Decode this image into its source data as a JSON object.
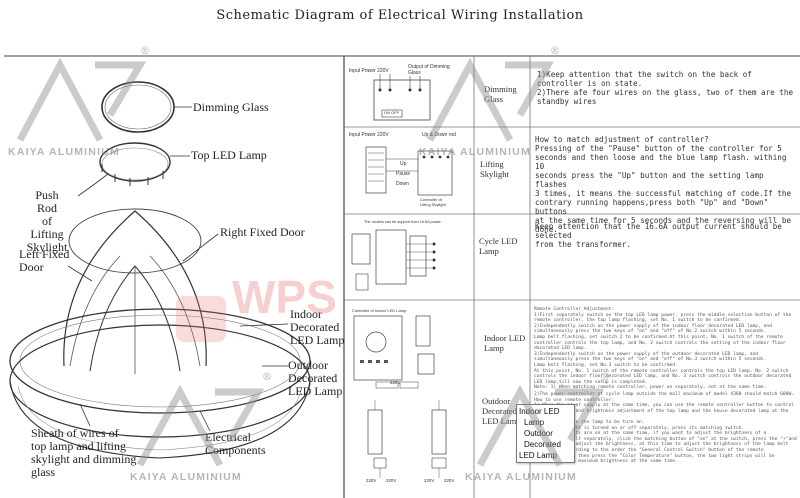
{
  "title": "Schematic Diagram of Electrical Wiring Installation",
  "left_labels": {
    "dimming_glass": "Dimming Glass",
    "top_led_lamp": "Top LED Lamp",
    "push_rod": [
      "Push Rod",
      "of",
      "Lifting",
      "Skylight"
    ],
    "right_fixed_door": "Right Fixed Door",
    "left_fixed_door": [
      "Left Fixed",
      "Door"
    ],
    "indoor_decorated": [
      "Indoor",
      "Decorated",
      "LED Lamp"
    ],
    "outdoor_decorated": [
      "Outdoor",
      "Decorated",
      "LED Lamp"
    ],
    "sheath": [
      "Sheath of wires of",
      "top lamp and lifting",
      "skylight and dimming",
      "glass"
    ],
    "electrical_components": [
      "Electrical",
      "Components"
    ]
  },
  "table": {
    "rows": [
      {
        "label": [
          "Dimming",
          "Glass"
        ],
        "diagram": {
          "input": "Input Power 220V",
          "output": [
            "Output of Dimming",
            "Glass"
          ],
          "switch": "ON OFF"
        },
        "description": [
          "1)Keep attention that the switch on the back of",
          "controller is on state.",
          "2)There afe four wires on the glass, two of them are the",
          "standby wires"
        ]
      },
      {
        "label": [
          "Lifting",
          "Skylight"
        ],
        "diagram": {
          "input": "Input Power 220V",
          "rod": "Up & Down rod",
          "up": "Up",
          "pause": "Pause",
          "down": "Down",
          "box_caption": [
            "Controller of",
            "Lifting Skylight"
          ]
        },
        "description": [
          "How to match adjustment of controller?",
          "Pressing of the \"Pause\" button of the controller for 5",
          "seconds and then loose and the blue lamp flash. withing 10",
          "seconds press the \"Up\" button and the setting lamp flashes",
          "3 times, it means the successful matching of code.If the",
          "contrary running happens,press both \"Up\" and \"Down\" buttons",
          " at the same time for 5 seconds and the reversing will be",
          "done."
        ]
      },
      {
        "label": [
          "Cycle LED",
          "Lamp"
        ],
        "diagram": {
          "caption": "The models can be support from 16.6A power"
        },
        "description": [
          "Keep attention that the 16.6A output current should be selected",
          "from the transformer."
        ]
      },
      {
        "label": [
          "Indoor LED",
          "Lamp"
        ],
        "diagram": {
          "caption": "Controller of Indoor LED Lamp",
          "voltage": "220V"
        },
        "description": [
          "Remote Controller Adjustment:",
          "1)First separately switch on the top LED lamp power, press the middle selection button of the",
          "remote controller, the top lamp flashing, set No. 1 switch to be confirmed.",
          "2)Independently switch on the power supply of the indoor floor decorated LED lamp, and",
          "simultaneously press the two keys of \"on\" and \"off\" of No.2 switch within 5 seconds.",
          "Lamp belt flashing, set switch 2 to be confirmed.At this point, No. 1 switch of the remote",
          "controller controls the top lamp, and No. 2 switch controls the setting of the indoor floor",
          "decorated LED lamp.",
          "3)Independently switch on the power supply of the outdoor decorated LED lamp, and",
          "simultaneously press the two keys of \"on\" and \"off\" of No.3 switch within 5 seconds.",
          "Lamp belt flashing, set No.3 switch to be confirmed.",
          "At this point, No. 1 switch of the remote controller controls the top LED lamp, No. 2 switch",
          "controls the indoor floor decorated LED lamp, and No. 3 switch controls the outdoor decorated",
          "LED lamp,till now the setup is completed.",
          "Note: 1) When matching remote controller, power on separately, not at the same time."
        ]
      },
      {
        "label": [
          "Outdoor",
          "Decorated",
          "LED Lamp"
        ],
        "diagram": {
          "voltages": [
            "220V",
            "220V",
            "220V",
            "220V"
          ]
        },
        "description": [
          "2)The power controller of cycle lamp outside the mall maximum of model 4360 should match 600W.",
          "How to use remote controller:",
          "1) When the power supply at the same time, you can use the remote controller button to control",
          "the brightness and brightness adjustment of the top lamp and the house decorated lamp at the same",
          "time, and choose the lamp to be turn on.",
          "2) When the light is turned on or off separately, press its matching switch.",
          "3) The lamp belts are on at the same time, if you want to adjust the brightness of a",
          "certain lamp belt separately, click the matching button of \"on\" at the switch, press the \"+\"and",
          "\"-\" buttons to adjust the brightness, at this time to adjust the brightness of the lamp belt",
          "to be made according to the order the \"General Control Switch\" button of the remote",
          "controller, and then press the \"Color Temperature\" button, the two light strips will be",
          "adjusted to the maximum brightness at the same time."
        ]
      }
    ]
  },
  "tooltip": [
    "Indoor LED",
    "Lamp",
    "Outdoor",
    "Decorated",
    "LED Lamp"
  ],
  "watermarks": {
    "brand": "KAIYA ALUMINIUM",
    "wps": "WPS",
    "reg": "®"
  }
}
